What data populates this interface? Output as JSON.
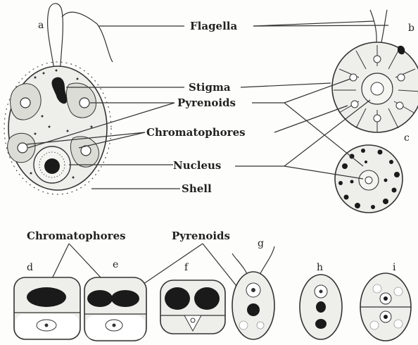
{
  "labels": {
    "flagella": "Flagella",
    "stigma": "Stigma",
    "pyrenoids": "Pyrenoids",
    "chromatophores": "Chromatophores",
    "nucleus": "Nucleus",
    "shell": "Shell",
    "chromatophores_bottom": "Chromatophores",
    "pyrenoids_bottom": "Pyrenoids"
  },
  "panel_letters": [
    "a",
    "b",
    "c",
    "d",
    "e",
    "f",
    "g",
    "h",
    "i"
  ],
  "colors": {
    "ink": "#1a1a1a",
    "cytoplasm": "#eeeeea",
    "background": "#fdfdfb"
  }
}
